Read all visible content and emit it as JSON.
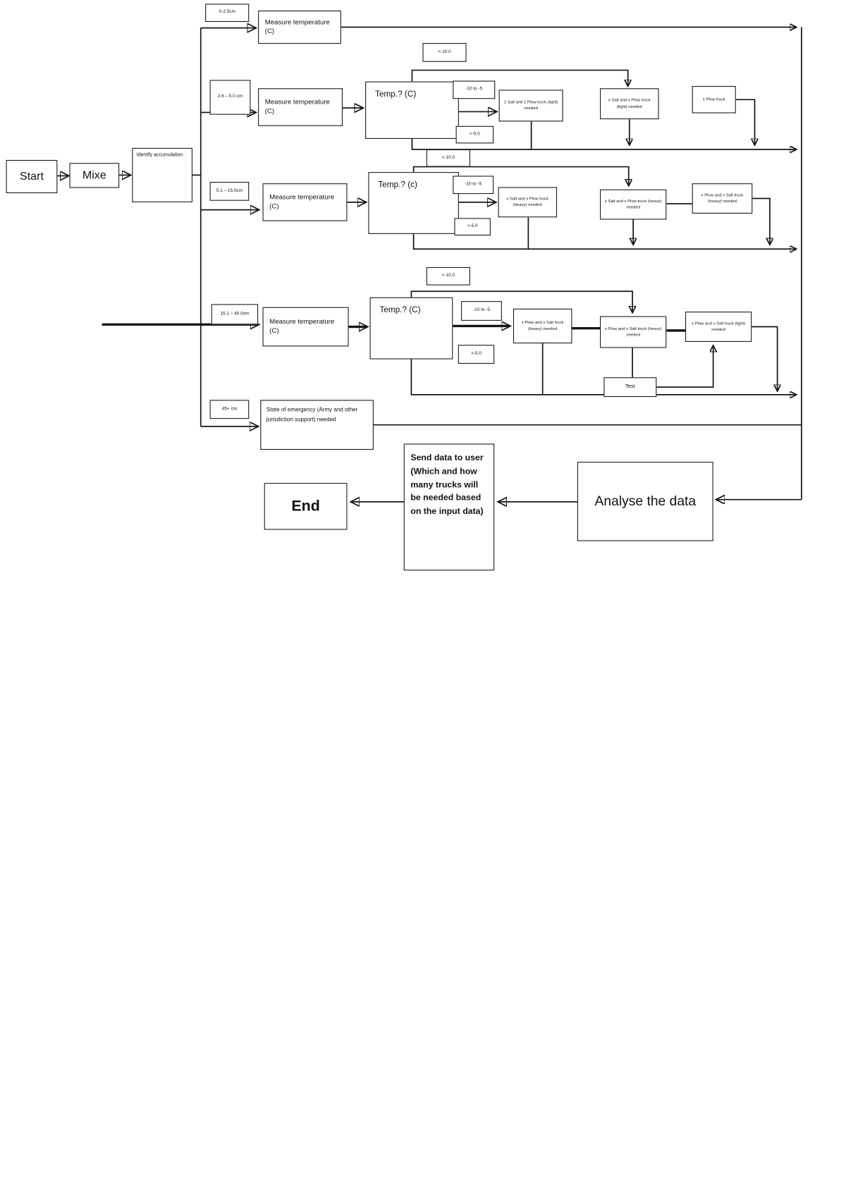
{
  "title": "Snow removal decision flowchart",
  "colors": {
    "background": "#ffffff",
    "line": "#161616",
    "node_border": "#151515",
    "text": "#111111"
  },
  "nodes": {
    "start": "Start",
    "mixe": "Mixe",
    "identify": "Identify accumulation",
    "cond1": "0-2.5cm",
    "meas1": "Measure temperature (C)",
    "cond2": "2.6 – 5.0 cm",
    "meas2": "Measure temperature (C)",
    "temp2": "Temp.? (C)",
    "lt2": "<-10.0",
    "mid2": "-10 to -5",
    "gt2": ">-5.0",
    "box2a": "1 Salt and 1 Plow truck (light) needed",
    "box2b": "x Salt and x Plow truck (light) needed",
    "box2c": "1 Plow truck",
    "lt3": "<-10.0",
    "cond3": "5.1 – 15.0cm",
    "meas3": "Measure temperature (C)",
    "temp3": "Temp.? (c)",
    "mid3": "-10 to -5",
    "gt3": ">-5.0",
    "box3a": "x Salt and x Plow truck (heavy) needed",
    "box3b": "x Salt and x Plow truck (heavy) needed",
    "box3c": "x Plow and x Salt truck (heavy) needed",
    "lt4": "<-10.0",
    "cond4": "15.1 – 45.0cm",
    "meas4": "Measure temperature (C)",
    "temp4": "Temp.? (C)",
    "mid4": "-10 to -5",
    "gt4": ">-5.0",
    "box4a": "x Plow and x Salt truck (heavy) needed",
    "box4b": "x Plow and x Salt truck (heavy) needed",
    "box4c": "x Plow and x Salt truck (light) needed",
    "test": "Test",
    "cond5": "45+ cm",
    "state": "State of emergency (Army and other jurisdiction support) needed",
    "send": "Send data to user (Which and how many trucks will be needed based on the input data)",
    "analyse": "Analyse the data",
    "end": "End"
  }
}
